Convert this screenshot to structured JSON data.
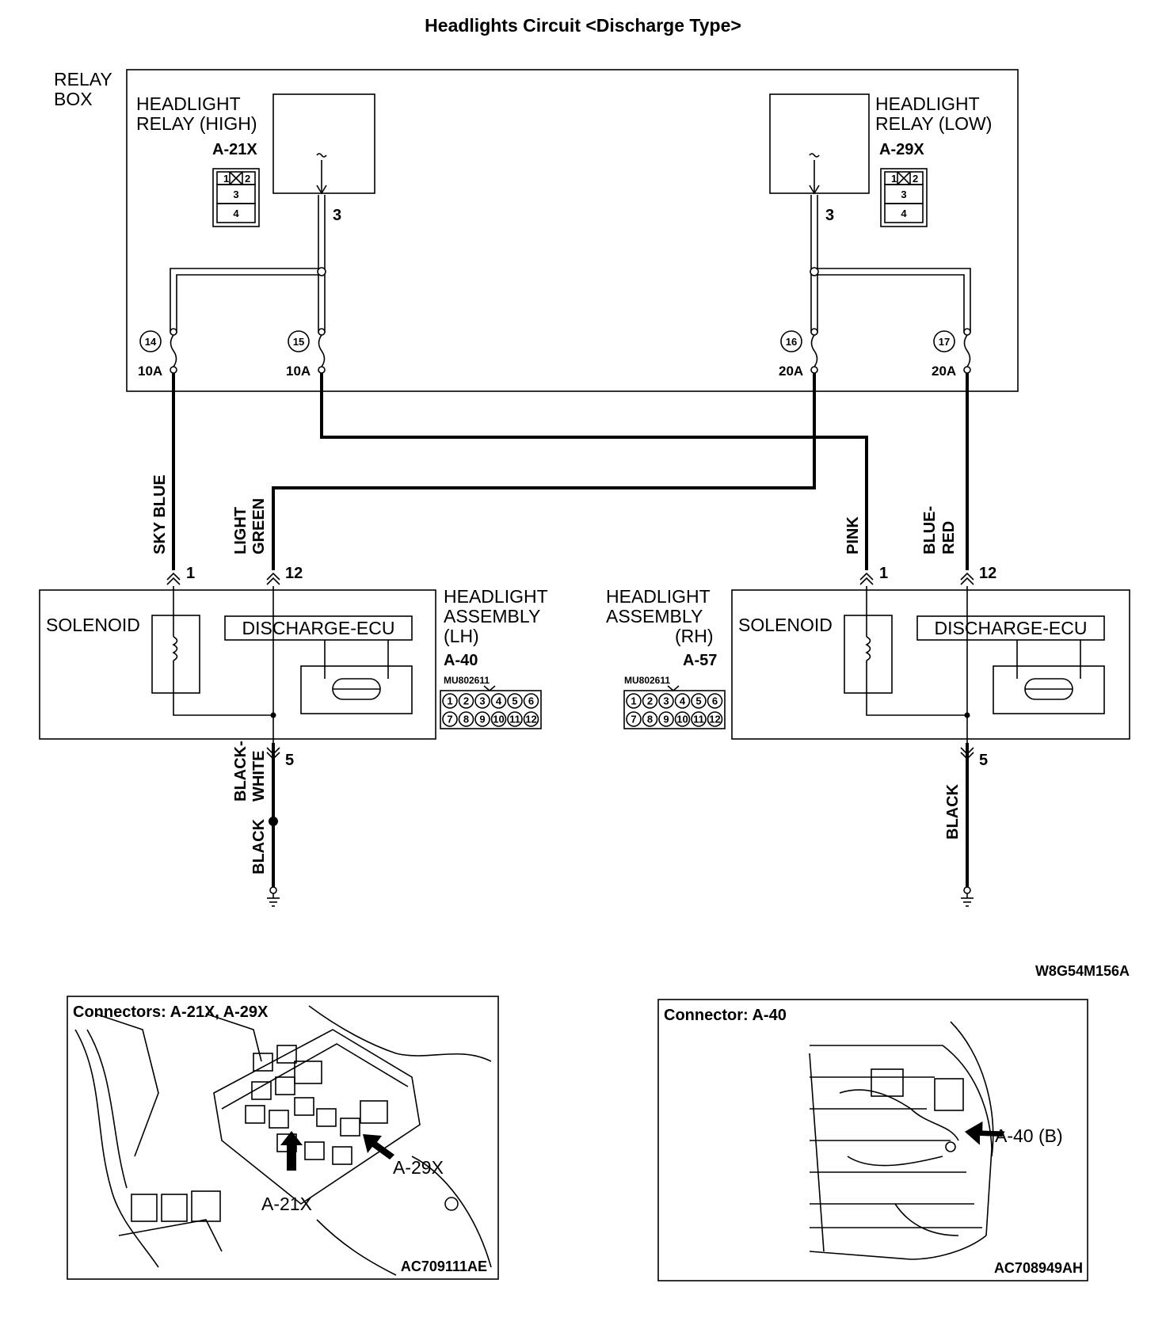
{
  "title": "Headlights Circuit <Discharge Type>",
  "relay_box": {
    "label_line1": "RELAY",
    "label_line2": "BOX",
    "relay_high": {
      "line1": "HEADLIGHT",
      "line2": "RELAY (HIGH)",
      "code": "A-21X",
      "pin": "3"
    },
    "relay_low": {
      "line1": "HEADLIGHT",
      "line2": "RELAY (LOW)",
      "code": "A-29X",
      "pin": "3"
    },
    "relay_connector_pins": [
      "1",
      "2",
      "3",
      "4"
    ],
    "fuses": [
      {
        "number": "14",
        "rating": "10A"
      },
      {
        "number": "15",
        "rating": "10A"
      },
      {
        "number": "16",
        "rating": "20A"
      },
      {
        "number": "17",
        "rating": "20A"
      }
    ]
  },
  "wires": {
    "sky_blue": "SKY BLUE",
    "light_green_1": "LIGHT",
    "light_green_2": "GREEN",
    "pink": "PINK",
    "blue_red_1": "BLUE-",
    "blue_red_2": "RED",
    "black_white_1": "BLACK-",
    "black_white_2": "WHITE",
    "black_lh": "BLACK",
    "black_rh": "BLACK"
  },
  "assembly_lh": {
    "line1": "HEADLIGHT",
    "line2": "ASSEMBLY",
    "line3": "(LH)",
    "code": "A-40",
    "part": "MU802611",
    "solenoid": "SOLENOID",
    "ecu": "DISCHARGE-ECU",
    "pin_in1": "1",
    "pin_in12": "12",
    "pin_gnd": "5"
  },
  "assembly_rh": {
    "line1": "HEADLIGHT",
    "line2": "ASSEMBLY",
    "line3": "(RH)",
    "code": "A-57",
    "part": "MU802611",
    "solenoid": "SOLENOID",
    "ecu": "DISCHARGE-ECU",
    "pin_in1": "1",
    "pin_in12": "12",
    "pin_gnd": "5"
  },
  "connector_pins_row1": [
    "1",
    "2",
    "3",
    "4",
    "5",
    "6"
  ],
  "connector_pins_row2": [
    "7",
    "8",
    "9",
    "10",
    "11",
    "12"
  ],
  "diagram_code": "W8G54M156A",
  "photo_left": {
    "title": "Connectors: A-21X, A-29X",
    "callout_a": "A-21X",
    "callout_b": "A-29X",
    "code": "AC709111AE"
  },
  "photo_right": {
    "title": "Connector: A-40",
    "callout": "A-40 (B)",
    "code": "AC708949AH"
  }
}
